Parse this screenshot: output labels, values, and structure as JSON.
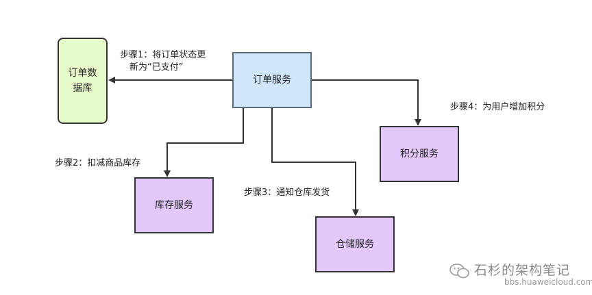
{
  "nodes": {
    "database": "订单数据库",
    "order_service": "订单服务",
    "points_service": "积分服务",
    "inventory_service": "库存服务",
    "warehouse_service": "仓储服务"
  },
  "steps": {
    "step1_line1": "步骤1：将订单状态更",
    "step1_line2": "新为“已支付”",
    "step2": "步骤2：扣减商品库存",
    "step3": "步骤3：通知仓库发货",
    "step4": "步骤4：为用户增加积分"
  },
  "watermark": {
    "title": "石杉的架构笔记",
    "url": "bbs.huaweicloud.com",
    "icon": "wechat-icon"
  },
  "colors": {
    "database_fill": "#e6fbc9",
    "order_fill": "#cfe6fb",
    "service_fill": "#e3c9fb",
    "line": "#333333"
  }
}
